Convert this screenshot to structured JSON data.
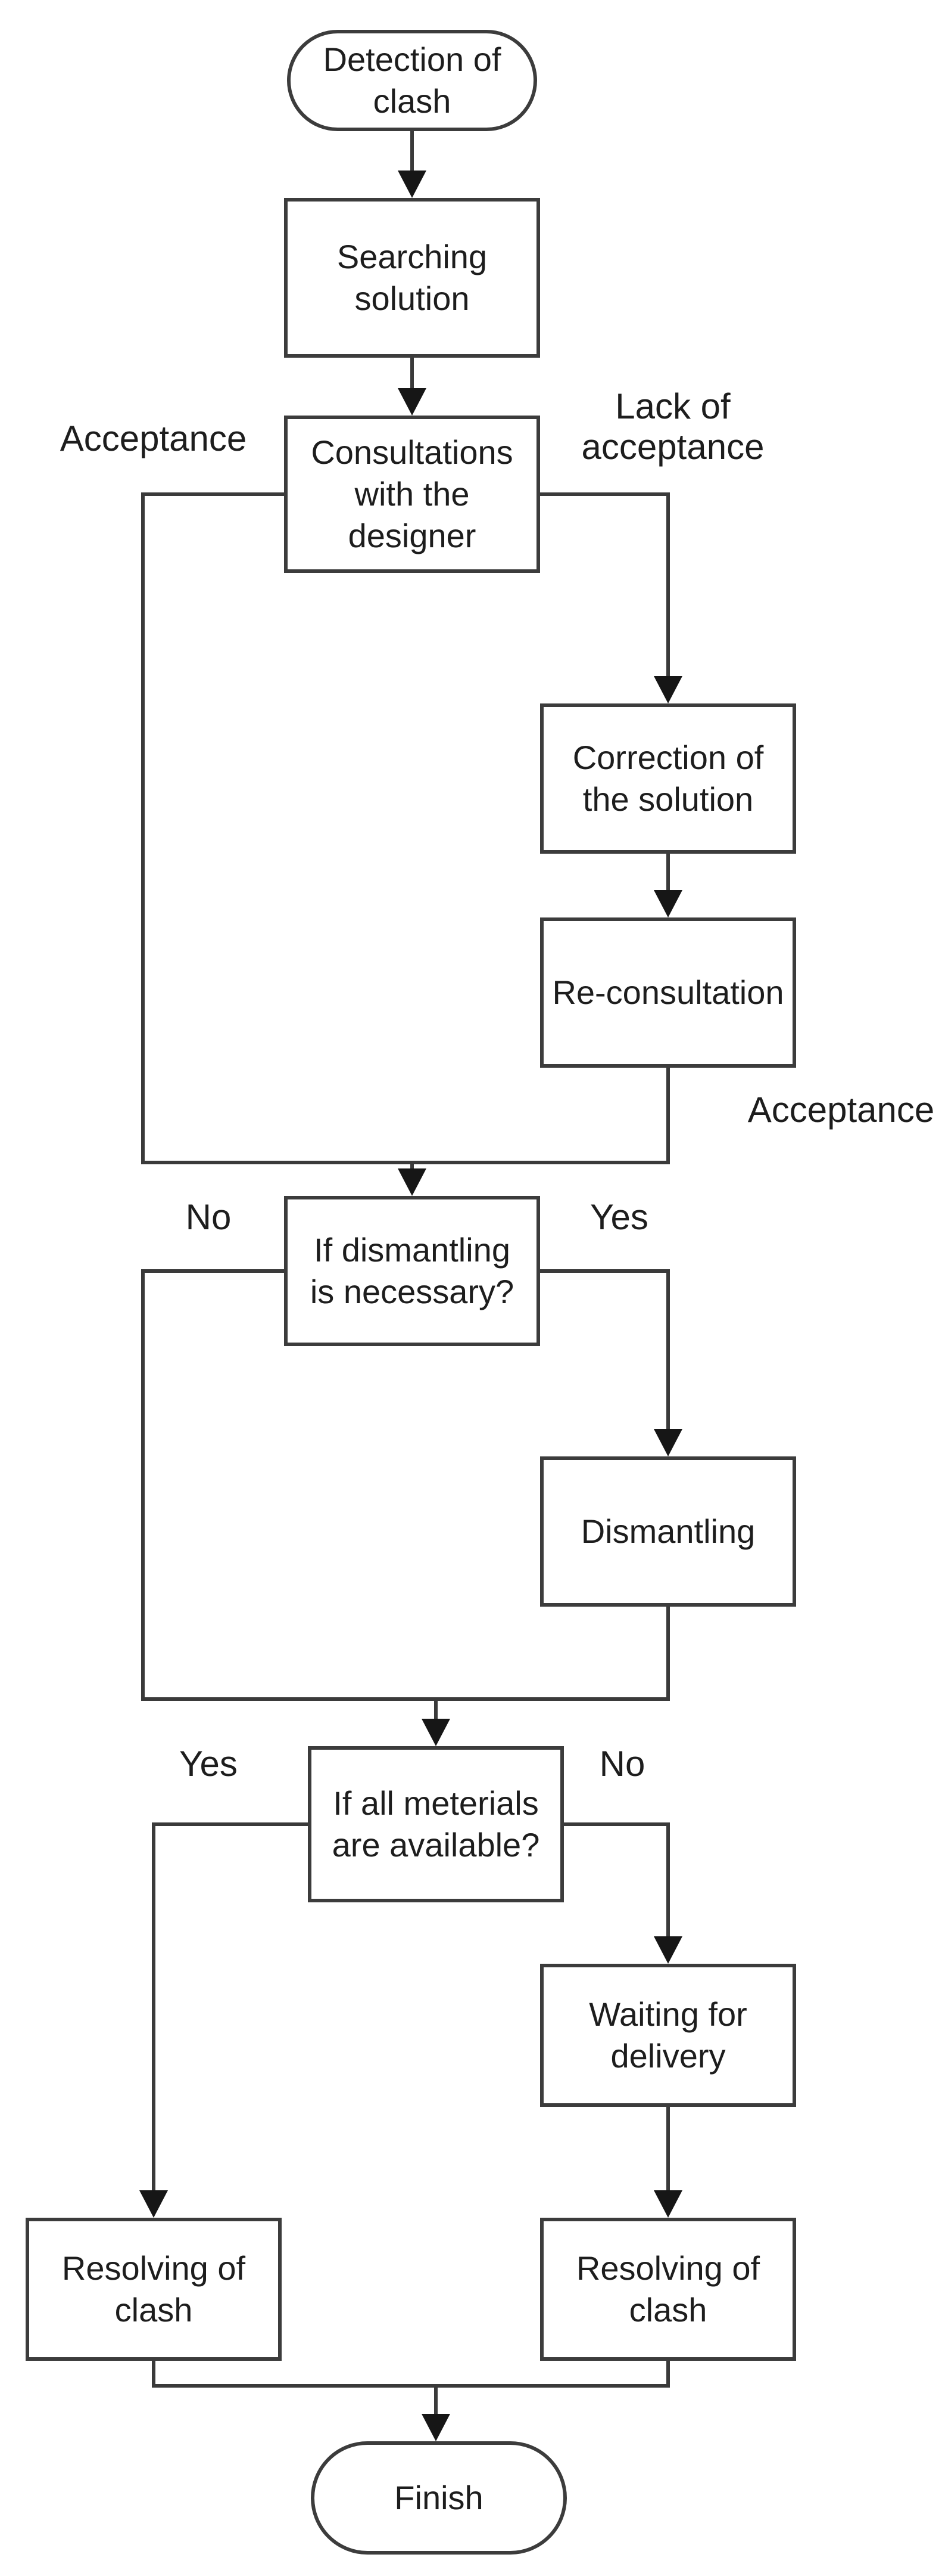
{
  "diagram": {
    "background": "#ffffff",
    "line_color": "#3a3a3a",
    "text_color": "#1d1d1d",
    "nodes": {
      "detection": {
        "label": "Detection of\nclash",
        "shape": "terminator"
      },
      "searching": {
        "label": "Searching\nsolution",
        "shape": "process"
      },
      "consultations": {
        "label": "Consultations\nwith the\ndesigner",
        "shape": "process"
      },
      "correction": {
        "label": "Correction of\nthe solution",
        "shape": "process"
      },
      "reconsultation": {
        "label": "Re-consultation",
        "shape": "process"
      },
      "dismantling_decision": {
        "label": "If dismantling\nis necessary?",
        "shape": "process"
      },
      "dismantling": {
        "label": "Dismantling",
        "shape": "process"
      },
      "materials_decision": {
        "label": "If all meterials\nare available?",
        "shape": "process"
      },
      "waiting": {
        "label": "Waiting for\ndelivery",
        "shape": "process"
      },
      "resolving_left": {
        "label": "Resolving of\nclash",
        "shape": "process"
      },
      "resolving_right": {
        "label": "Resolving of\nclash",
        "shape": "process"
      },
      "finish": {
        "label": "Finish",
        "shape": "terminator"
      }
    },
    "edge_labels": {
      "acceptance_left": "Acceptance",
      "lack_of_acceptance": "Lack of\nacceptance",
      "acceptance_return": "Acceptance",
      "dismantling_no": "No",
      "dismantling_yes": "Yes",
      "materials_yes": "Yes",
      "materials_no": "No"
    }
  }
}
